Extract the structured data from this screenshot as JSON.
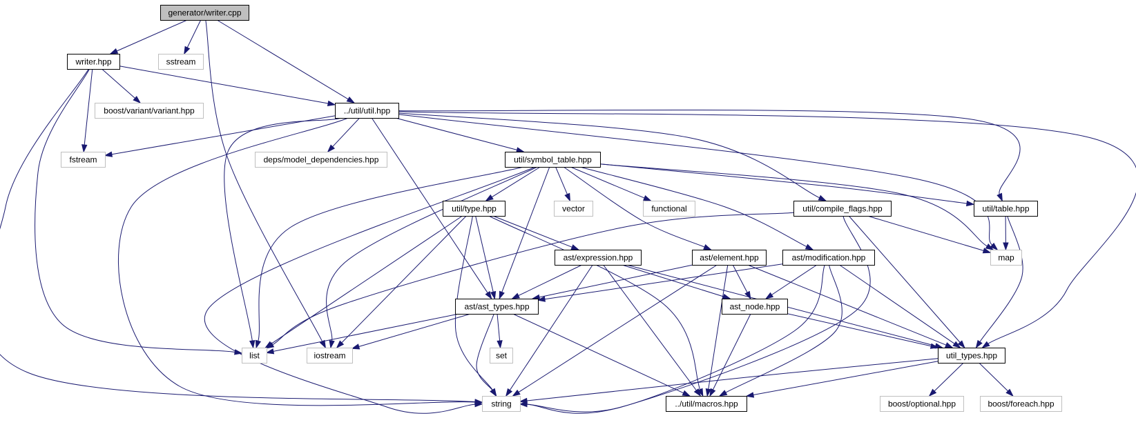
{
  "diagram": {
    "kind": "include-dependency-graph",
    "colors": {
      "edge": "#191970",
      "root_fill": "#bfbfbf",
      "project_border": "#000000",
      "external_border": "#bfbfbf",
      "text": "#000000"
    },
    "nodes": {
      "writer_cpp": {
        "label": "generator/writer.cpp",
        "kind": "root"
      },
      "writer_hpp": {
        "label": "writer.hpp",
        "kind": "project"
      },
      "sstream": {
        "label": "sstream",
        "kind": "external"
      },
      "util_hpp": {
        "label": "../util/util.hpp",
        "kind": "project"
      },
      "boost_variant": {
        "label": "boost/variant/variant.hpp",
        "kind": "external"
      },
      "fstream": {
        "label": "fstream",
        "kind": "external"
      },
      "deps_model": {
        "label": "deps/model_dependencies.hpp",
        "kind": "external"
      },
      "symbol_table": {
        "label": "util/symbol_table.hpp",
        "kind": "project"
      },
      "type_hpp": {
        "label": "util/type.hpp",
        "kind": "project"
      },
      "vector": {
        "label": "vector",
        "kind": "external"
      },
      "functional": {
        "label": "functional",
        "kind": "external"
      },
      "compile_flags": {
        "label": "util/compile_flags.hpp",
        "kind": "project"
      },
      "table_hpp": {
        "label": "util/table.hpp",
        "kind": "project"
      },
      "expression": {
        "label": "ast/expression.hpp",
        "kind": "project"
      },
      "element": {
        "label": "ast/element.hpp",
        "kind": "project"
      },
      "modification": {
        "label": "ast/modification.hpp",
        "kind": "project"
      },
      "map": {
        "label": "map",
        "kind": "external"
      },
      "ast_types": {
        "label": "ast/ast_types.hpp",
        "kind": "project"
      },
      "ast_node": {
        "label": "ast_node.hpp",
        "kind": "project"
      },
      "list": {
        "label": "list",
        "kind": "external"
      },
      "iostream": {
        "label": "iostream",
        "kind": "external"
      },
      "set": {
        "label": "set",
        "kind": "external"
      },
      "util_types": {
        "label": "util_types.hpp",
        "kind": "project"
      },
      "string": {
        "label": "string",
        "kind": "external"
      },
      "macros": {
        "label": "../util/macros.hpp",
        "kind": "project"
      },
      "boost_optional": {
        "label": "boost/optional.hpp",
        "kind": "external"
      },
      "boost_foreach": {
        "label": "boost/foreach.hpp",
        "kind": "external"
      }
    },
    "edges": [
      [
        "writer_cpp",
        "writer_hpp"
      ],
      [
        "writer_cpp",
        "sstream"
      ],
      [
        "writer_cpp",
        "util_hpp"
      ],
      [
        "writer_cpp",
        "iostream"
      ],
      [
        "writer_hpp",
        "util_hpp"
      ],
      [
        "writer_hpp",
        "boost_variant"
      ],
      [
        "writer_hpp",
        "fstream"
      ],
      [
        "writer_hpp",
        "list"
      ],
      [
        "writer_hpp",
        "string"
      ],
      [
        "util_hpp",
        "fstream"
      ],
      [
        "util_hpp",
        "deps_model"
      ],
      [
        "util_hpp",
        "symbol_table"
      ],
      [
        "util_hpp",
        "list"
      ],
      [
        "util_hpp",
        "string"
      ],
      [
        "util_hpp",
        "ast_types"
      ],
      [
        "util_hpp",
        "compile_flags"
      ],
      [
        "util_hpp",
        "table_hpp"
      ],
      [
        "util_hpp",
        "map"
      ],
      [
        "util_hpp",
        "util_types"
      ],
      [
        "symbol_table",
        "type_hpp"
      ],
      [
        "symbol_table",
        "vector"
      ],
      [
        "symbol_table",
        "functional"
      ],
      [
        "symbol_table",
        "element"
      ],
      [
        "symbol_table",
        "modification"
      ],
      [
        "symbol_table",
        "table_hpp"
      ],
      [
        "symbol_table",
        "map"
      ],
      [
        "symbol_table",
        "ast_types"
      ],
      [
        "symbol_table",
        "list"
      ],
      [
        "symbol_table",
        "iostream"
      ],
      [
        "symbol_table",
        "string"
      ],
      [
        "type_hpp",
        "expression"
      ],
      [
        "type_hpp",
        "ast_types"
      ],
      [
        "type_hpp",
        "list"
      ],
      [
        "type_hpp",
        "iostream"
      ],
      [
        "type_hpp",
        "string"
      ],
      [
        "type_hpp",
        "macros"
      ],
      [
        "compile_flags",
        "list"
      ],
      [
        "compile_flags",
        "map"
      ],
      [
        "compile_flags",
        "util_types"
      ],
      [
        "compile_flags",
        "string"
      ],
      [
        "table_hpp",
        "map"
      ],
      [
        "table_hpp",
        "util_types"
      ],
      [
        "expression",
        "ast_types"
      ],
      [
        "expression",
        "ast_node"
      ],
      [
        "expression",
        "util_types"
      ],
      [
        "expression",
        "string"
      ],
      [
        "expression",
        "macros"
      ],
      [
        "element",
        "ast_types"
      ],
      [
        "element",
        "ast_node"
      ],
      [
        "element",
        "util_types"
      ],
      [
        "element",
        "string"
      ],
      [
        "element",
        "macros"
      ],
      [
        "modification",
        "ast_types"
      ],
      [
        "modification",
        "ast_node"
      ],
      [
        "modification",
        "util_types"
      ],
      [
        "modification",
        "string"
      ],
      [
        "modification",
        "macros"
      ],
      [
        "ast_types",
        "list"
      ],
      [
        "ast_types",
        "iostream"
      ],
      [
        "ast_types",
        "set"
      ],
      [
        "ast_types",
        "string"
      ],
      [
        "ast_types",
        "macros"
      ],
      [
        "ast_node",
        "util_types"
      ],
      [
        "ast_node",
        "macros"
      ],
      [
        "util_types",
        "string"
      ],
      [
        "util_types",
        "macros"
      ],
      [
        "util_types",
        "boost_optional"
      ],
      [
        "util_types",
        "boost_foreach"
      ]
    ]
  }
}
